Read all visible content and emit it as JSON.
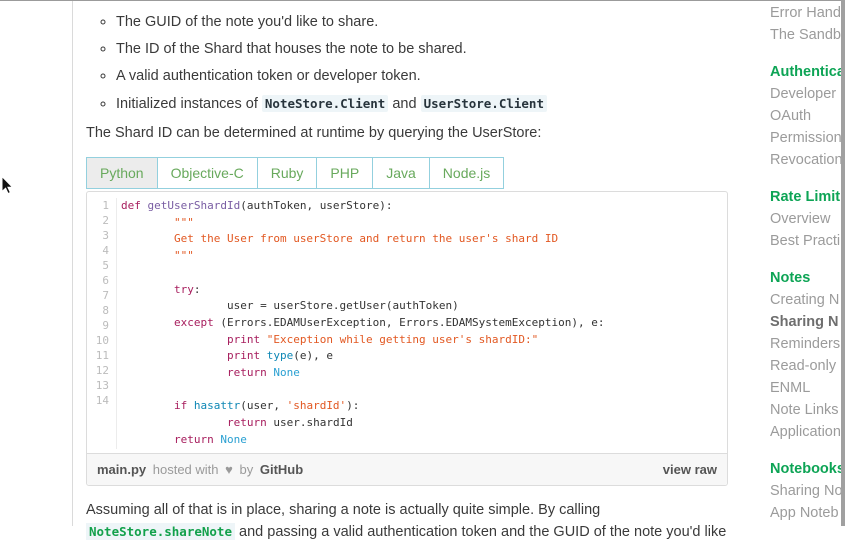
{
  "colors": {
    "accent_green": "#0da455",
    "tab_text_green": "#68a95c",
    "tab_border_teal": "#93d0de",
    "active_tab_bg": "#ececec",
    "code_keyword_pink": "#a71d5d",
    "code_function_purple": "#795da3",
    "code_string_orange": "#e25822",
    "code_builtin_blue": "#0e87b5",
    "code_constant_blue": "#2aa0d2",
    "inline_code_bg": "#eef5f8",
    "gist_footer_bg": "#f7f7f7"
  },
  "content": {
    "bullets": [
      {
        "text": "The GUID of the note you'd like to share."
      },
      {
        "text": "The ID of the Shard that houses the note to be shared."
      },
      {
        "text": "A valid authentication token or developer token."
      },
      {
        "prefix": "Initialized instances of ",
        "code1": "NoteStore.Client",
        "middle": " and ",
        "code2": "UserStore.Client"
      }
    ],
    "paragraph_shard": "The Shard ID can be determined at runtime by querying the UserStore:",
    "paragraph_assuming_line1": "Assuming all of that is in place, sharing a note is actually quite simple. By calling",
    "paragraph_assuming_code": "NoteStore.shareNote",
    "paragraph_assuming_rest": " and passing a valid authentication token and the GUID of the note you'd like"
  },
  "tabs": [
    {
      "label": "Python",
      "active": true
    },
    {
      "label": "Objective-C",
      "active": false
    },
    {
      "label": "Ruby",
      "active": false
    },
    {
      "label": "PHP",
      "active": false
    },
    {
      "label": "Java",
      "active": false
    },
    {
      "label": "Node.js",
      "active": false
    }
  ],
  "gist": {
    "gutter": [
      "1",
      "2",
      "3",
      "4",
      "5",
      "6",
      "7",
      "8",
      "9",
      "10",
      "11",
      "12",
      "13",
      "14"
    ],
    "lines": [
      [
        [
          "k",
          "def"
        ],
        [
          "p",
          " "
        ],
        [
          "f",
          "getUserShardId"
        ],
        [
          "p",
          "(authToken, userStore):"
        ]
      ],
      [
        [
          "p",
          "        "
        ],
        [
          "s",
          "\"\"\""
        ]
      ],
      [
        [
          "p",
          "        "
        ],
        [
          "s",
          "Get the User from userStore and return the user's shard ID"
        ]
      ],
      [
        [
          "p",
          "        "
        ],
        [
          "s",
          "\"\"\""
        ]
      ],
      [],
      [
        [
          "p",
          "        "
        ],
        [
          "k",
          "try"
        ],
        [
          "p",
          ":"
        ]
      ],
      [
        [
          "p",
          "                user = userStore.getUser(authToken)"
        ]
      ],
      [
        [
          "p",
          "        "
        ],
        [
          "k",
          "except"
        ],
        [
          "p",
          " (Errors.EDAMUserException, Errors.EDAMSystemException), e:"
        ]
      ],
      [
        [
          "p",
          "                "
        ],
        [
          "k",
          "print"
        ],
        [
          "p",
          " "
        ],
        [
          "s",
          "\"Exception while getting user's shardID:\""
        ]
      ],
      [
        [
          "p",
          "                "
        ],
        [
          "k",
          "print"
        ],
        [
          "p",
          " "
        ],
        [
          "b",
          "type"
        ],
        [
          "p",
          "(e), e"
        ]
      ],
      [
        [
          "p",
          "                "
        ],
        [
          "k",
          "return"
        ],
        [
          "p",
          " "
        ],
        [
          "n",
          "None"
        ]
      ],
      [],
      [
        [
          "p",
          "        "
        ],
        [
          "k",
          "if"
        ],
        [
          "p",
          " "
        ],
        [
          "b",
          "hasattr"
        ],
        [
          "p",
          "(user, "
        ],
        [
          "s",
          "'shardId'"
        ],
        [
          "p",
          "):"
        ]
      ],
      [
        [
          "p",
          "                "
        ],
        [
          "k",
          "return"
        ],
        [
          "p",
          " user.shardId"
        ]
      ],
      [
        [
          "p",
          "        "
        ],
        [
          "k",
          "return"
        ],
        [
          "p",
          " "
        ],
        [
          "n",
          "None"
        ]
      ]
    ],
    "footer": {
      "filename": "main.py",
      "hosted_text": "hosted with",
      "heart": "♥",
      "by_text": "by",
      "brand": "GitHub",
      "view_raw": "view raw"
    }
  },
  "sidebar": {
    "sections": [
      {
        "header": "",
        "items": [
          {
            "label": "Error Hand",
            "active": false
          },
          {
            "label": "The Sandb",
            "active": false
          }
        ]
      },
      {
        "header": "Authentica",
        "items": [
          {
            "label": "Developer",
            "active": false
          },
          {
            "label": "OAuth",
            "active": false
          },
          {
            "label": "Permission",
            "active": false
          },
          {
            "label": "Revocation",
            "active": false
          }
        ]
      },
      {
        "header": "Rate Limit",
        "items": [
          {
            "label": "Overview",
            "active": false
          },
          {
            "label": "Best Practi",
            "active": false
          }
        ]
      },
      {
        "header": "Notes",
        "items": [
          {
            "label": "Creating N",
            "active": false
          },
          {
            "label": "Sharing N",
            "active": true
          },
          {
            "label": "Reminders",
            "active": false
          },
          {
            "label": "Read-only",
            "active": false
          },
          {
            "label": "ENML",
            "active": false
          },
          {
            "label": "Note Links",
            "active": false
          },
          {
            "label": "Application",
            "active": false
          }
        ]
      },
      {
        "header": "Notebooks",
        "items": [
          {
            "label": "Sharing No",
            "active": false
          },
          {
            "label": "App Noteb",
            "active": false
          }
        ]
      }
    ]
  }
}
